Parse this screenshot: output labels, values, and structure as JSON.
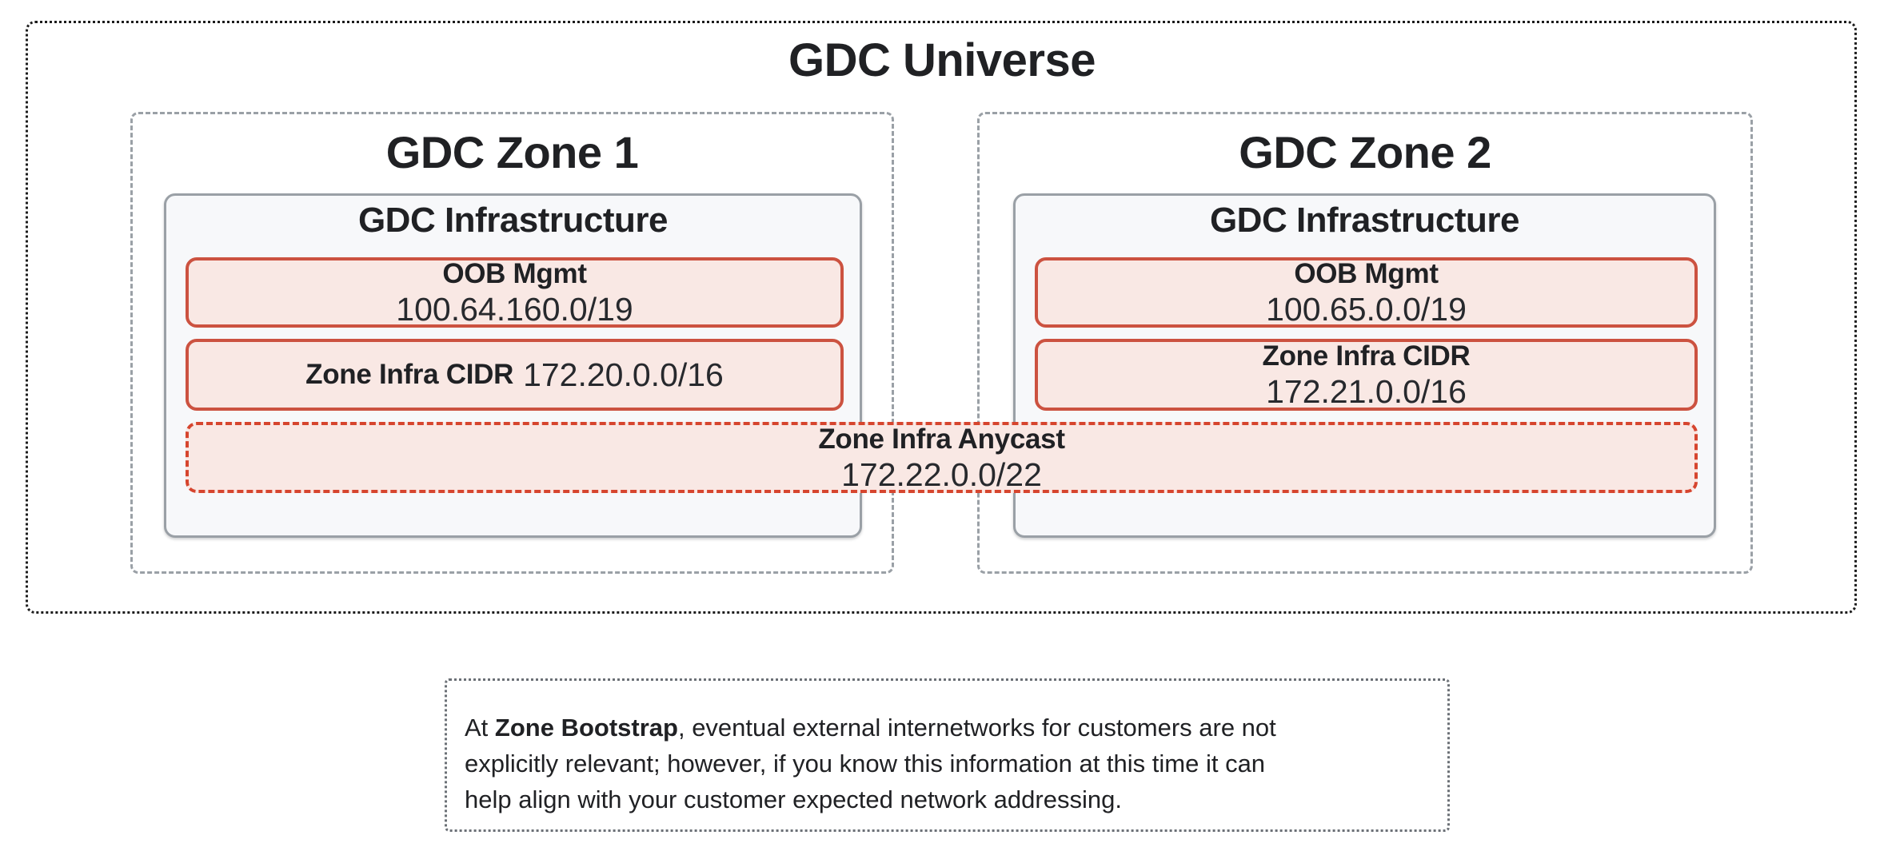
{
  "universe": {
    "title": "GDC Universe"
  },
  "zones": [
    {
      "title": "GDC Zone 1",
      "infra_title": "GDC Infrastructure",
      "oob": {
        "label": "OOB Mgmt",
        "cidr": "100.64.160.0/19"
      },
      "zone_cidr": {
        "label": "Zone Infra CIDR",
        "cidr": "172.20.0.0/16"
      }
    },
    {
      "title": "GDC Zone 2",
      "infra_title": "GDC Infrastructure",
      "oob": {
        "label": "OOB Mgmt",
        "cidr": "100.65.0.0/19"
      },
      "zone_cidr": {
        "label": "Zone Infra CIDR",
        "cidr": "172.21.0.0/16"
      }
    }
  ],
  "anycast": {
    "label": "Zone Infra Anycast",
    "cidr": "172.22.0.0/22"
  },
  "note": {
    "prefix": "At ",
    "bold": "Zone Bootstrap",
    "line1_rest": ", eventual external internetworks for customers are not",
    "line2": "explicitly relevant; however, if you know this information at this time it can",
    "line3": "help align with your customer expected network addressing."
  },
  "colors": {
    "red_border": "#cc5240",
    "red_dashed_border": "#d6452e",
    "red_fill": "#f9e8e4",
    "infra_fill": "#f7f8fa",
    "gray_border": "#9aa0a6",
    "text": "#202124"
  }
}
